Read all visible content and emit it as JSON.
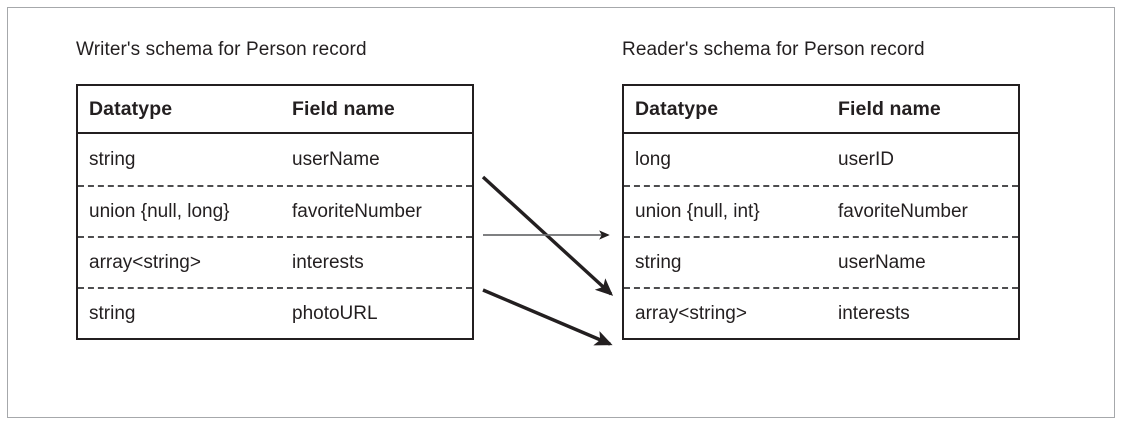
{
  "figure": {
    "caption_left": "Writer's schema for Person record",
    "caption_right": "Reader's schema for Person record"
  },
  "columns": {
    "datatype": "Datatype",
    "field_name": "Field name"
  },
  "writer_schema": {
    "title": "Writer's schema for Person record",
    "headers": [
      "Datatype",
      "Field name"
    ],
    "rows": [
      {
        "datatype": "string",
        "field": "userName"
      },
      {
        "datatype": "union {null, long}",
        "field": "favoriteNumber"
      },
      {
        "datatype": "array<string>",
        "field": "interests"
      },
      {
        "datatype": "string",
        "field": "photoURL"
      }
    ]
  },
  "reader_schema": {
    "title": "Reader's schema for Person record",
    "headers": [
      "Datatype",
      "Field name"
    ],
    "rows": [
      {
        "datatype": "long",
        "field": "userID"
      },
      {
        "datatype": "union {null, int}",
        "field": "favoriteNumber"
      },
      {
        "datatype": "string",
        "field": "userName"
      },
      {
        "datatype": "array<string>",
        "field": "interests"
      }
    ]
  },
  "mappings": [
    {
      "from_field": "userName",
      "to_field": "userName",
      "from_row": 0,
      "to_row": 2
    },
    {
      "from_field": "favoriteNumber",
      "to_field": "favoriteNumber",
      "from_row": 1,
      "to_row": 1
    },
    {
      "from_field": "interests",
      "to_field": "interests",
      "from_row": 2,
      "to_row": 3
    }
  ],
  "colors": {
    "ink": "#231f20",
    "dashed_rule": "#4d4d4f",
    "outer_frame": "#a6a8ab",
    "arrow_thin": "#6d6e71",
    "background": "#ffffff"
  }
}
